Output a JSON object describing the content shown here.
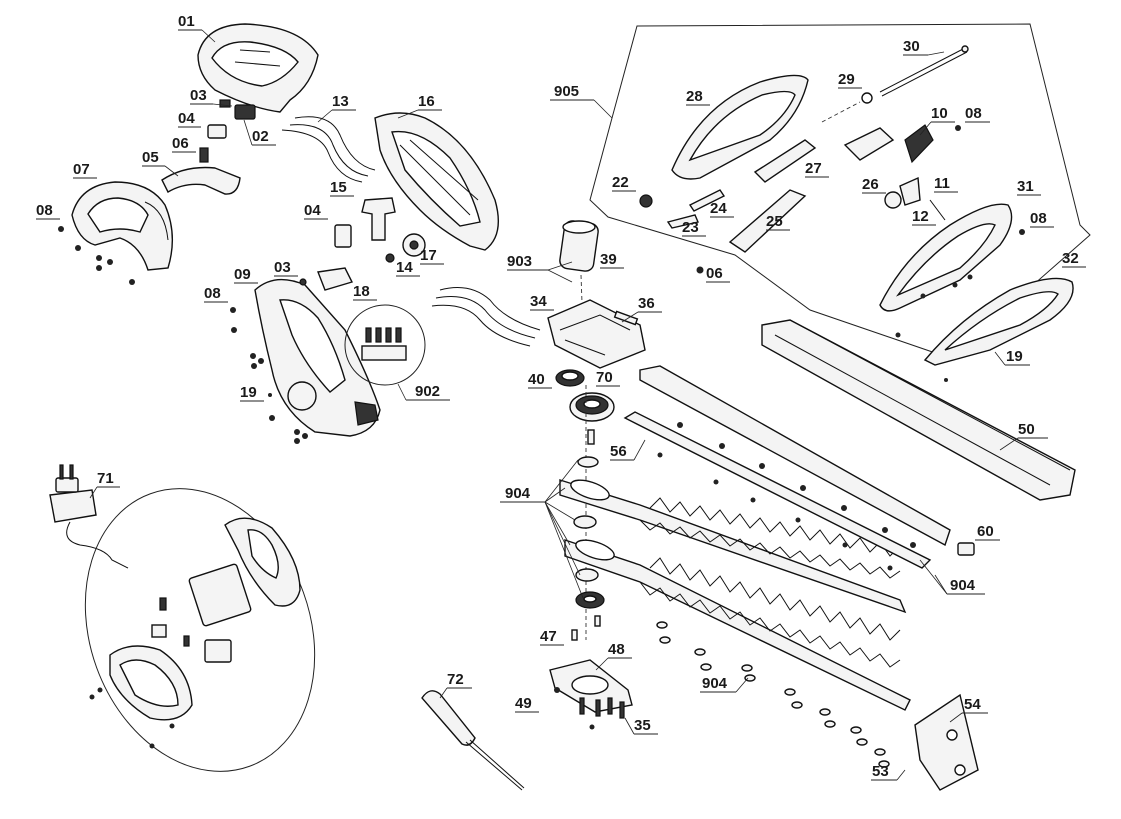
{
  "part_labels": {
    "p01": "01",
    "p02": "02",
    "p03a": "03",
    "p03b": "03",
    "p04a": "04",
    "p04b": "04",
    "p05": "05",
    "p06a": "06",
    "p06b": "06",
    "p07": "07",
    "p08a": "08",
    "p08b": "08",
    "p08c": "08",
    "p08d": "08",
    "p09": "09",
    "p10": "10",
    "p11": "11",
    "p12": "12",
    "p13": "13",
    "p14": "14",
    "p15": "15",
    "p16": "16",
    "p17": "17",
    "p18": "18",
    "p19a": "19",
    "p19b": "19",
    "p22": "22",
    "p23": "23",
    "p24": "24",
    "p25": "25",
    "p26": "26",
    "p27": "27",
    "p28": "28",
    "p29": "29",
    "p30": "30",
    "p31": "31",
    "p32": "32",
    "p34": "34",
    "p35": "35",
    "p36": "36",
    "p39": "39",
    "p40": "40",
    "p47": "47",
    "p48": "48",
    "p49": "49",
    "p50": "50",
    "p53": "53",
    "p54": "54",
    "p56": "56",
    "p60": "60",
    "p70": "70",
    "p71": "71",
    "p72": "72",
    "p902": "902",
    "p903": "903",
    "p904a": "904",
    "p904b": "904",
    "p904c": "904",
    "p905": "905"
  }
}
